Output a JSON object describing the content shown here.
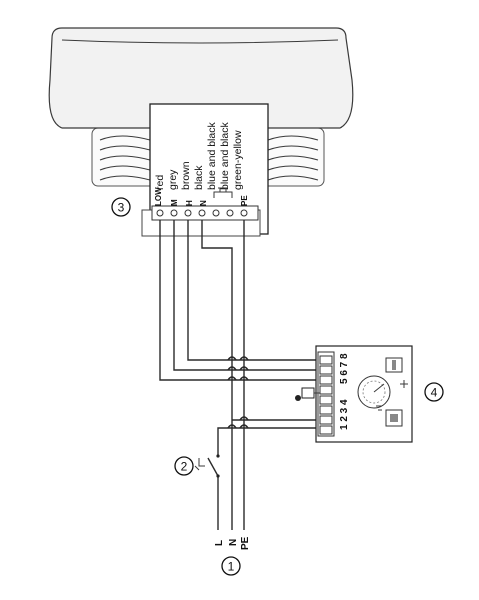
{
  "fan_unit": {
    "wire_labels": [
      "red",
      "grey",
      "brown",
      "black",
      "blue and black",
      "blue and black",
      "green-yellow"
    ],
    "terminal_labels": [
      "LOW",
      "M",
      "H",
      "N",
      "",
      "",
      "PE"
    ]
  },
  "callouts": {
    "mains": "1",
    "switch": "2",
    "fan": "3",
    "controller": "4"
  },
  "supply": {
    "labels": [
      "L",
      "N",
      "PE"
    ]
  },
  "controller": {
    "terminals_left": "1 2 3 4",
    "terminals_right": "5 6 7 8"
  }
}
